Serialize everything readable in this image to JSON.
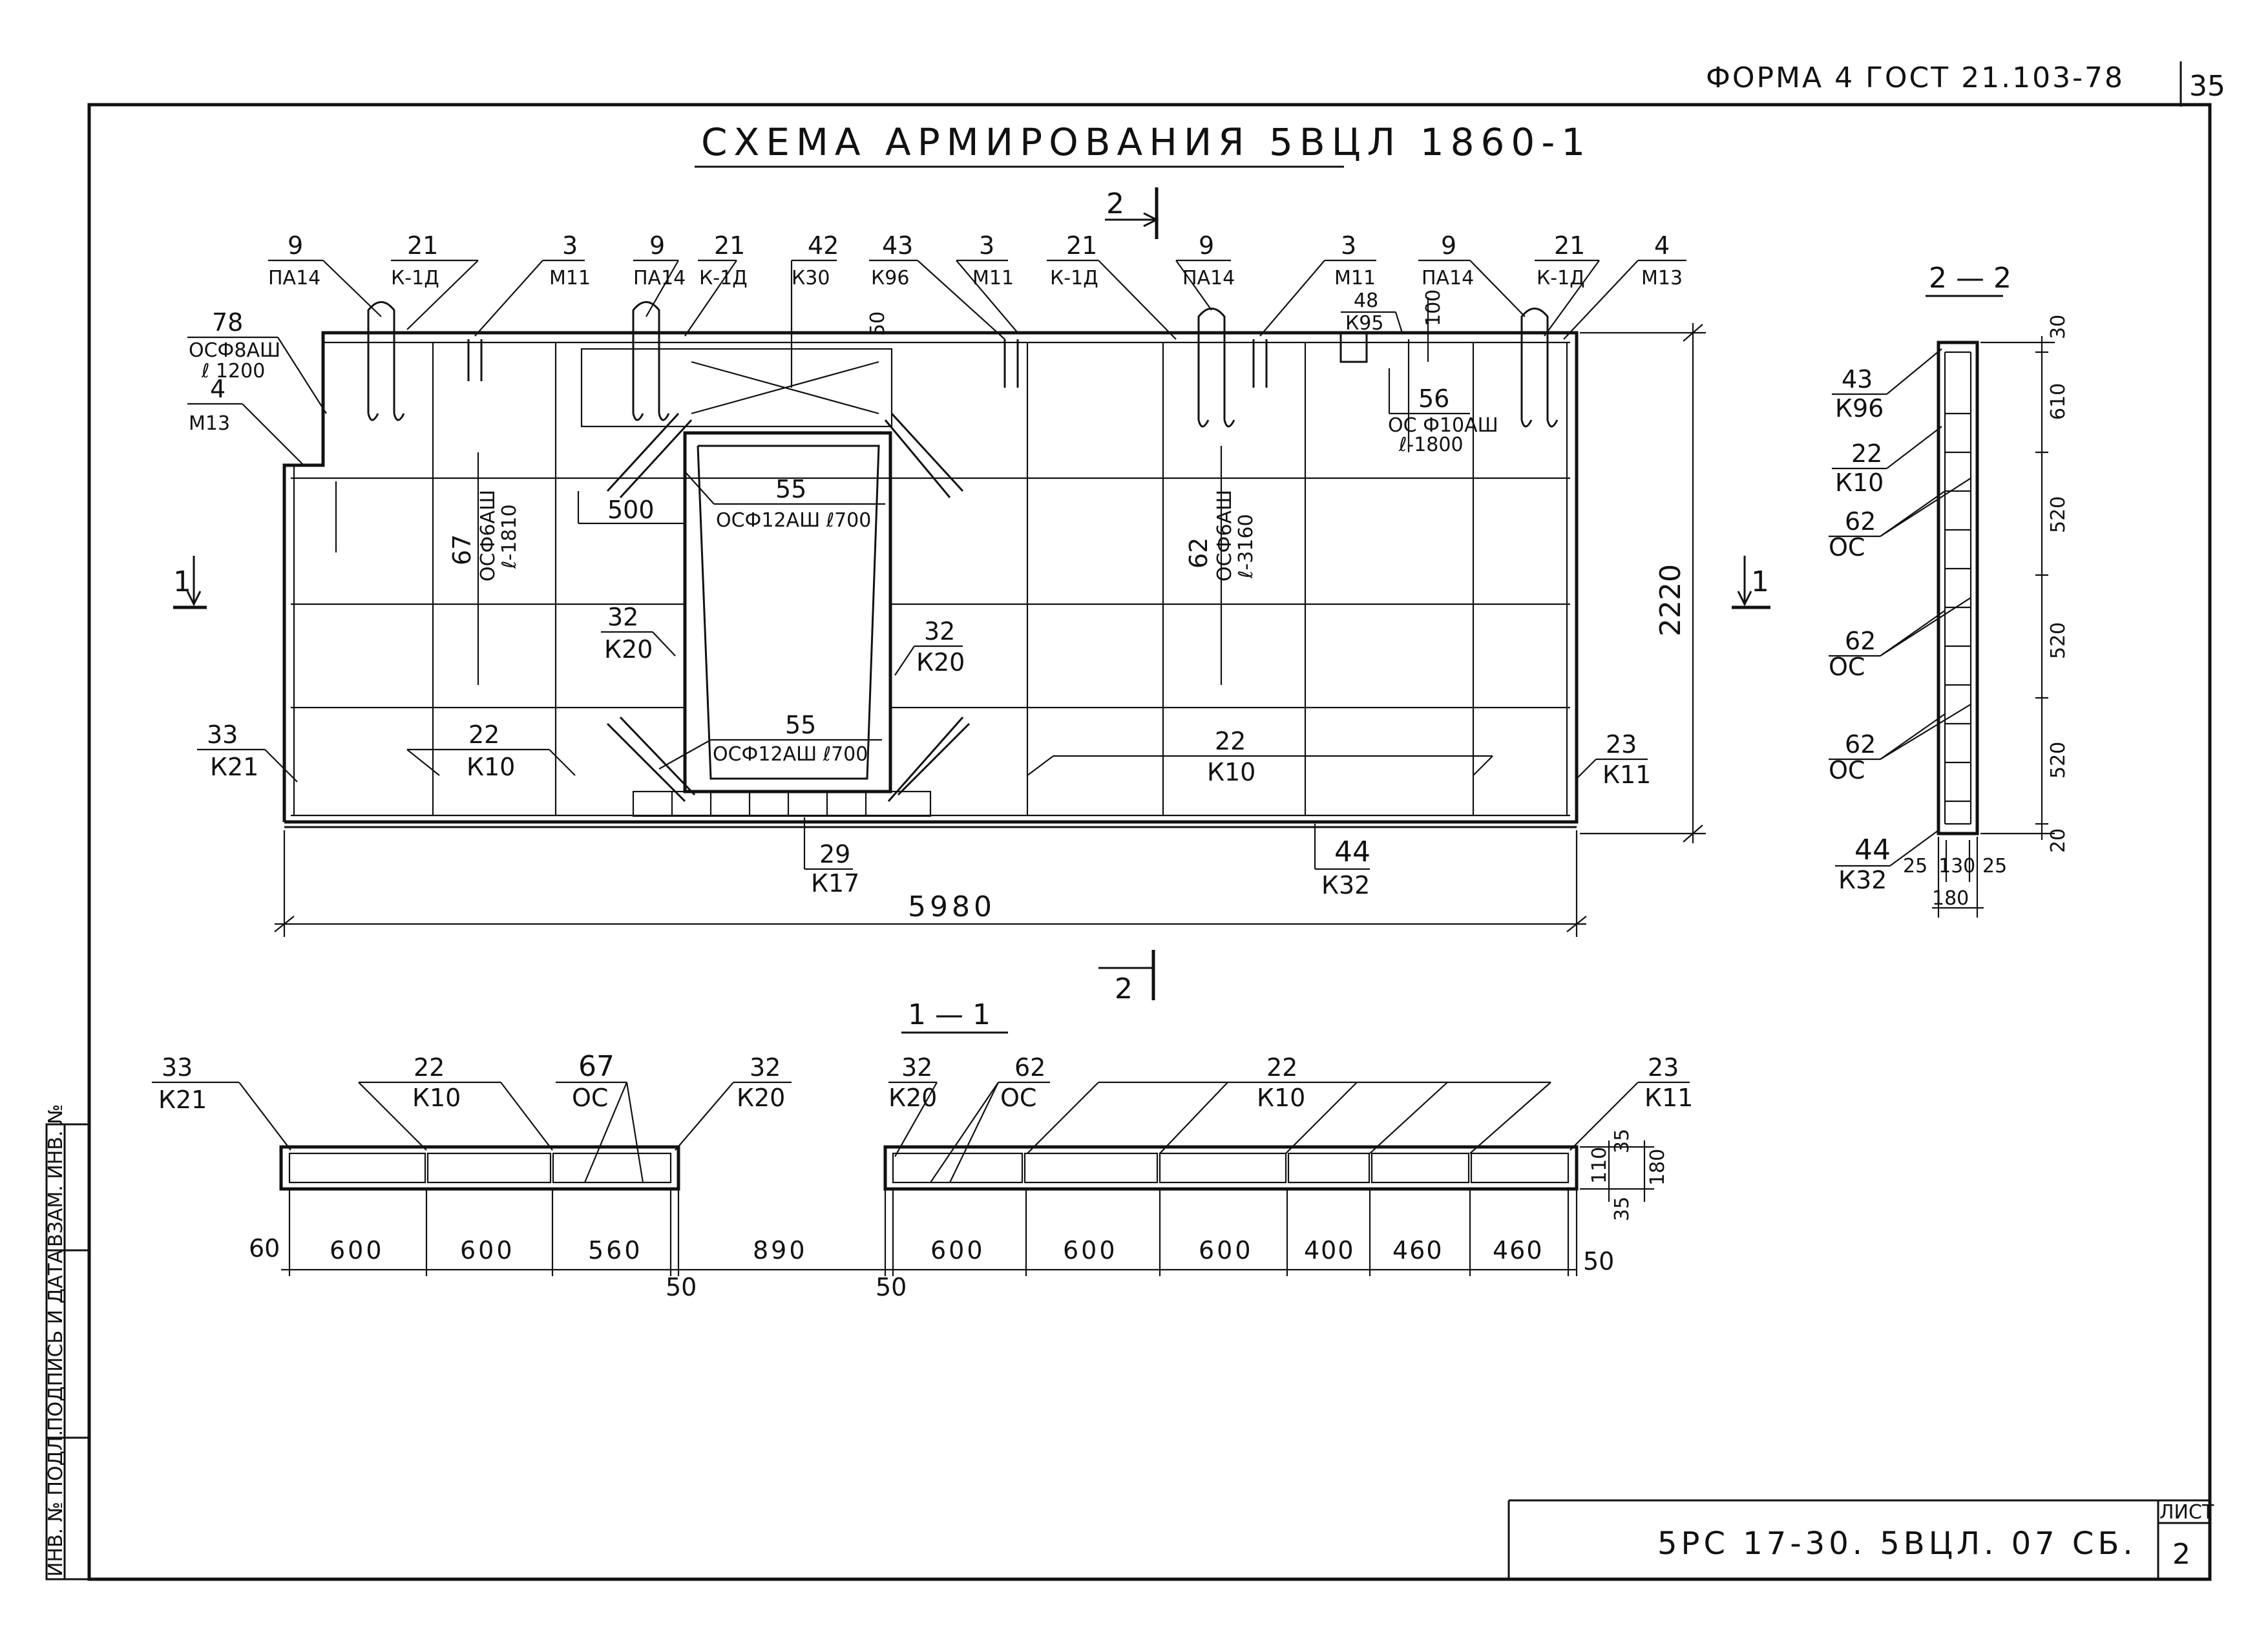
{
  "header": {
    "form_ref": "ФОРМА 4 ГОСТ 21.103-78",
    "page_number": "35"
  },
  "drawing": {
    "title": "СХЕМА АРМИРОВАНИЯ 5ВЦЛ 1860-1",
    "section_2_mark": "2",
    "section_1_mark": "1",
    "section_11_title": "1 — 1",
    "section_22_title": "2 — 2"
  },
  "elevation": {
    "callouts_top": [
      {
        "num": "9",
        "code": "ПА14"
      },
      {
        "num": "21",
        "code": "К-1Д"
      },
      {
        "num": "3",
        "code": "М11"
      },
      {
        "num": "9",
        "code": "ПА14"
      },
      {
        "num": "21",
        "code": "К-1Д"
      },
      {
        "num": "42",
        "code": "К30"
      },
      {
        "num": "43",
        "code": "К96"
      },
      {
        "num": "3",
        "code": "М11"
      },
      {
        "num": "21",
        "code": "К-1Д"
      },
      {
        "num": "9",
        "code": "ПА14"
      },
      {
        "num": "3",
        "code": "М11"
      },
      {
        "num": "9",
        "code": "ПА14"
      },
      {
        "num": "21",
        "code": "К-1Д"
      },
      {
        "num": "4",
        "code": "М13"
      }
    ],
    "callout_78": {
      "num": "78",
      "line1": "ОСФ8АШ",
      "line2": "ℓ 1200"
    },
    "callout_4_left": {
      "num": "4",
      "code": "М13"
    },
    "callout_48": {
      "num": "48",
      "code": "К95"
    },
    "callout_56": {
      "num": "56",
      "line1": "ОС Ф10АШ",
      "line2": "ℓ-1800"
    },
    "dim_100": "100",
    "dim_50": "50",
    "dim_500": "500",
    "callout_55_top": {
      "num": "55",
      "text": "ОСФ12АШ ℓ700"
    },
    "callout_55_bottom": {
      "num": "55",
      "text": "ОСФ12АШ ℓ700"
    },
    "callout_67": {
      "num": "67",
      "line1": "ОСФ6АШ",
      "line2": "ℓ-1810"
    },
    "callout_62": {
      "num": "62",
      "line1": "ОСФ6АШ",
      "line2": "ℓ-3160"
    },
    "callout_32_left": {
      "num": "32",
      "code": "К20"
    },
    "callout_32_right": {
      "num": "32",
      "code": "К20"
    },
    "callout_33": {
      "num": "33",
      "code": "К21"
    },
    "callout_22_left": {
      "num": "22",
      "code": "К10"
    },
    "callout_22_right": {
      "num": "22",
      "code": "К10"
    },
    "callout_23": {
      "num": "23",
      "code": "К11"
    },
    "callout_29": {
      "num": "29",
      "code": "К17"
    },
    "callout_44": {
      "num": "44",
      "code": "К32"
    },
    "dim_width": "5980",
    "dim_height": "2220"
  },
  "section_22": {
    "callouts": [
      {
        "num": "43",
        "code": "К96"
      },
      {
        "num": "22",
        "code": "К10"
      },
      {
        "num": "62",
        "code": "ОС"
      },
      {
        "num": "62",
        "code": "ОС"
      },
      {
        "num": "62",
        "code": "ОС"
      },
      {
        "num": "44",
        "code": "К32"
      }
    ],
    "dims_vertical": [
      "30",
      "610",
      "520",
      "520",
      "520",
      "20"
    ],
    "dims_bottom": [
      "25",
      "130",
      "25"
    ],
    "dim_total": "180"
  },
  "section_11": {
    "callouts": [
      {
        "num": "33",
        "code": "К21"
      },
      {
        "num": "22",
        "code": "К10"
      },
      {
        "num": "67",
        "code": "ОС"
      },
      {
        "num": "32",
        "code": "К20"
      },
      {
        "num": "32",
        "code": "К20"
      },
      {
        "num": "62",
        "code": "ОС"
      },
      {
        "num": "22",
        "code": "К10"
      },
      {
        "num": "23",
        "code": "К11"
      }
    ],
    "dims_bottom": [
      "60",
      "600",
      "600",
      "560",
      "890",
      "600",
      "600",
      "600",
      "400",
      "460",
      "460",
      "50"
    ],
    "dims_50": [
      "50",
      "50"
    ],
    "dims_right": [
      "35",
      "110",
      "35",
      "180"
    ]
  },
  "side_stamp": {
    "cells": [
      "ИНВ. № ПОДЛ.",
      "ПОДПИСЬ И ДАТА",
      "ВЗАМ. ИНВ. №"
    ]
  },
  "title_block": {
    "code": "5РС 17-30. 5ВЦЛ. 07 СБ.",
    "sheet_label": "ЛИСТ",
    "sheet_number": "2"
  }
}
